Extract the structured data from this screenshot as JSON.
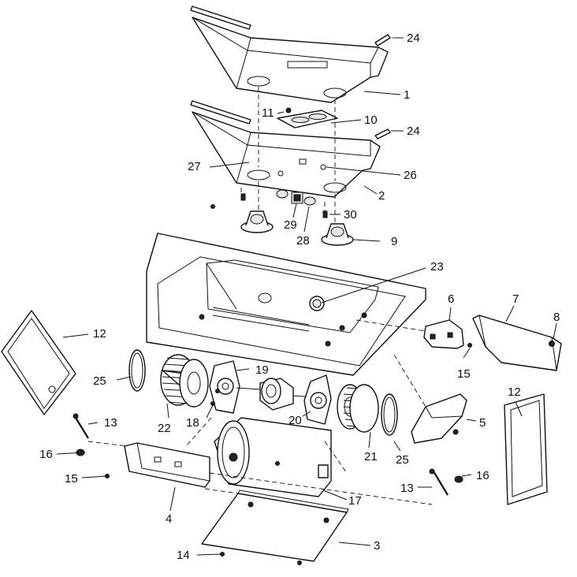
{
  "diagram": {
    "labels": {
      "p1": "1",
      "p2": "2",
      "p3": "3",
      "p4": "4",
      "p5": "5",
      "p6": "6",
      "p7": "7",
      "p8": "8",
      "p9": "9",
      "p10": "10",
      "p11": "11",
      "p12a": "12",
      "p12b": "12",
      "p13a": "13",
      "p13b": "13",
      "p14": "14",
      "p15a": "15",
      "p15b": "15",
      "p16a": "16",
      "p16b": "16",
      "p17": "17",
      "p18": "18",
      "p19": "19",
      "p20": "20",
      "p21": "21",
      "p22": "22",
      "p23": "23",
      "p24a": "24",
      "p24b": "24",
      "p25a": "25",
      "p25b": "25",
      "p26": "26",
      "p27": "27",
      "p28": "28",
      "p29": "29",
      "p30": "30"
    }
  }
}
